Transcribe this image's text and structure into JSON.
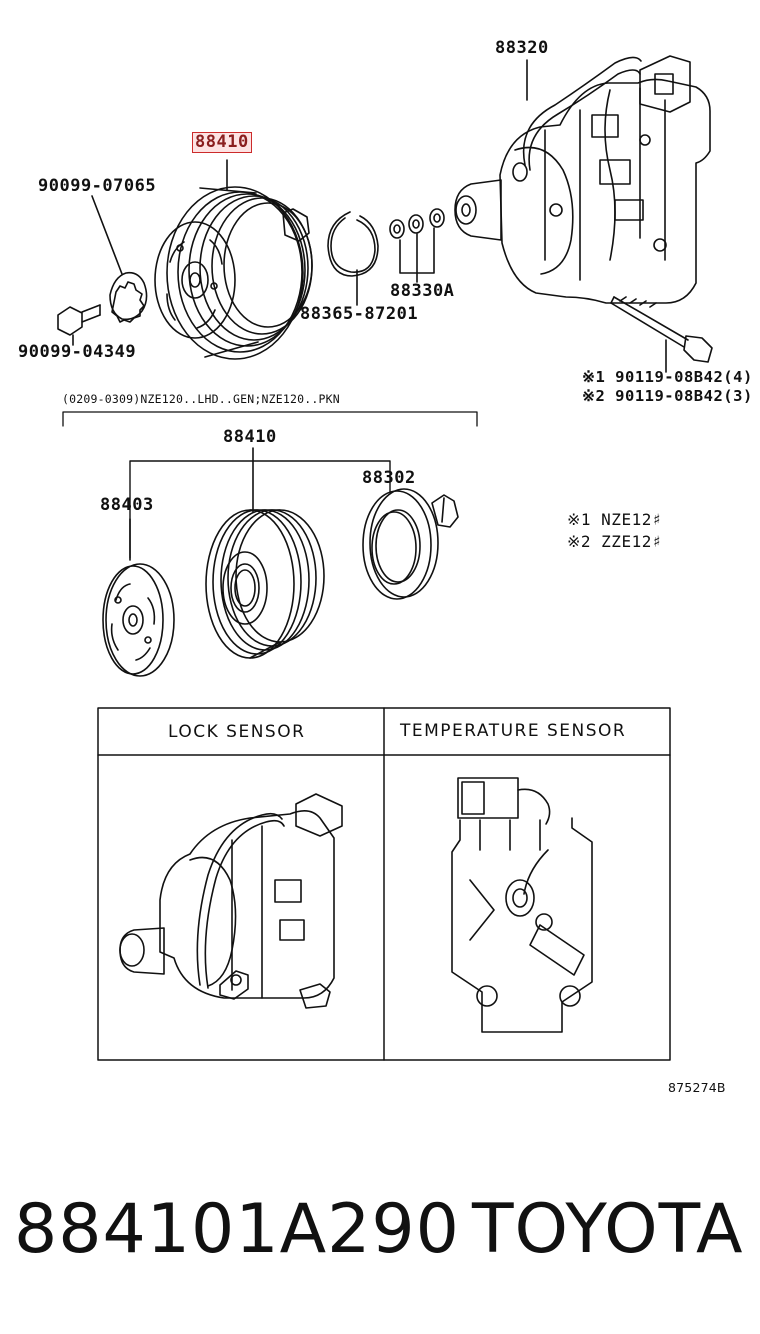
{
  "parts": {
    "p88320": "88320",
    "p88410_top": "88410",
    "p90099_07065": "90099-07065",
    "p90099_04349": "90099-04349",
    "p88365_87201": "88365-87201",
    "p88330A": "88330A",
    "bolt_n1": "※1 90119-08B42(4)",
    "bolt_n2": "※2 90119-08B42(3)",
    "group_note": "(0209-0309)NZE120..LHD..GEN;NZE120..PKN",
    "p88410_group": "88410",
    "p88403": "88403",
    "p88302": "88302",
    "legend_1": "※1 NZE12♯",
    "legend_2": "※2 ZZE12♯"
  },
  "sensors": {
    "lock_title": "LOCK SENSOR",
    "temp_title": "TEMPERATURE SENSOR"
  },
  "illustration_code": "875274B",
  "footer": {
    "part_number": "884101A290",
    "brand": "TOYOTA"
  },
  "highlight_color": "#cc2b2b"
}
